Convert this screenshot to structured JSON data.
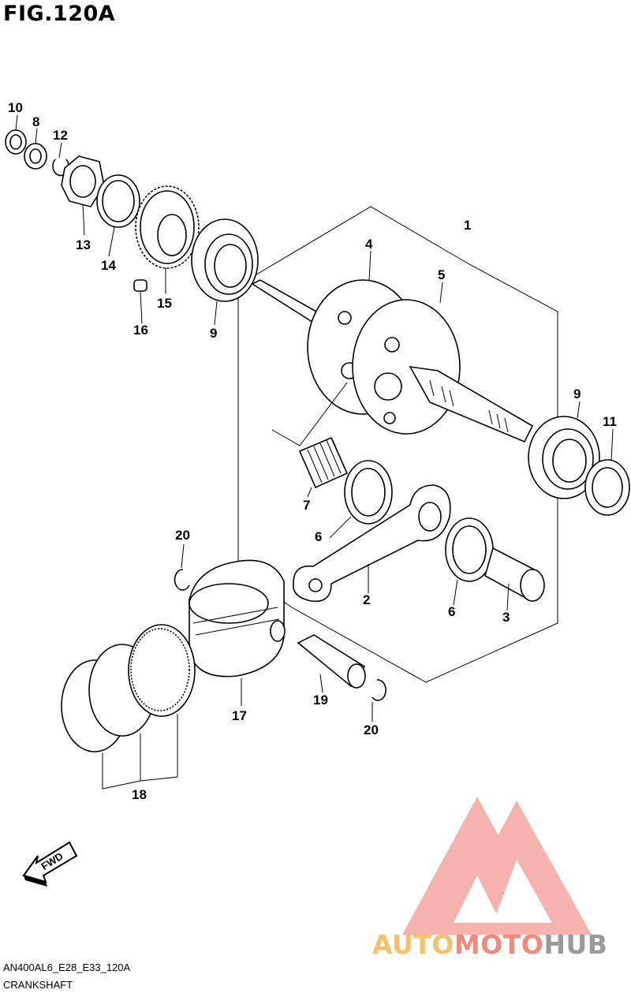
{
  "figure": {
    "title": "FIG.120A",
    "code": "AN400AL6_E28_E33_120A",
    "name": "CRANKSHAFT"
  },
  "callouts": [
    "1",
    "2",
    "3",
    "4",
    "5",
    "6",
    "6",
    "7",
    "8",
    "9",
    "9",
    "10",
    "11",
    "12",
    "13",
    "14",
    "15",
    "16",
    "17",
    "18",
    "19",
    "20",
    "20"
  ],
  "direction_label": "FWD",
  "watermark": {
    "part1": "AUTO",
    "part2": "MOTO",
    "part3": "HUB",
    "colors": {
      "auto": "#f5c16b",
      "moto": "#f08a7a",
      "hub": "#9a9a9a",
      "logo": "#f39a92"
    }
  }
}
